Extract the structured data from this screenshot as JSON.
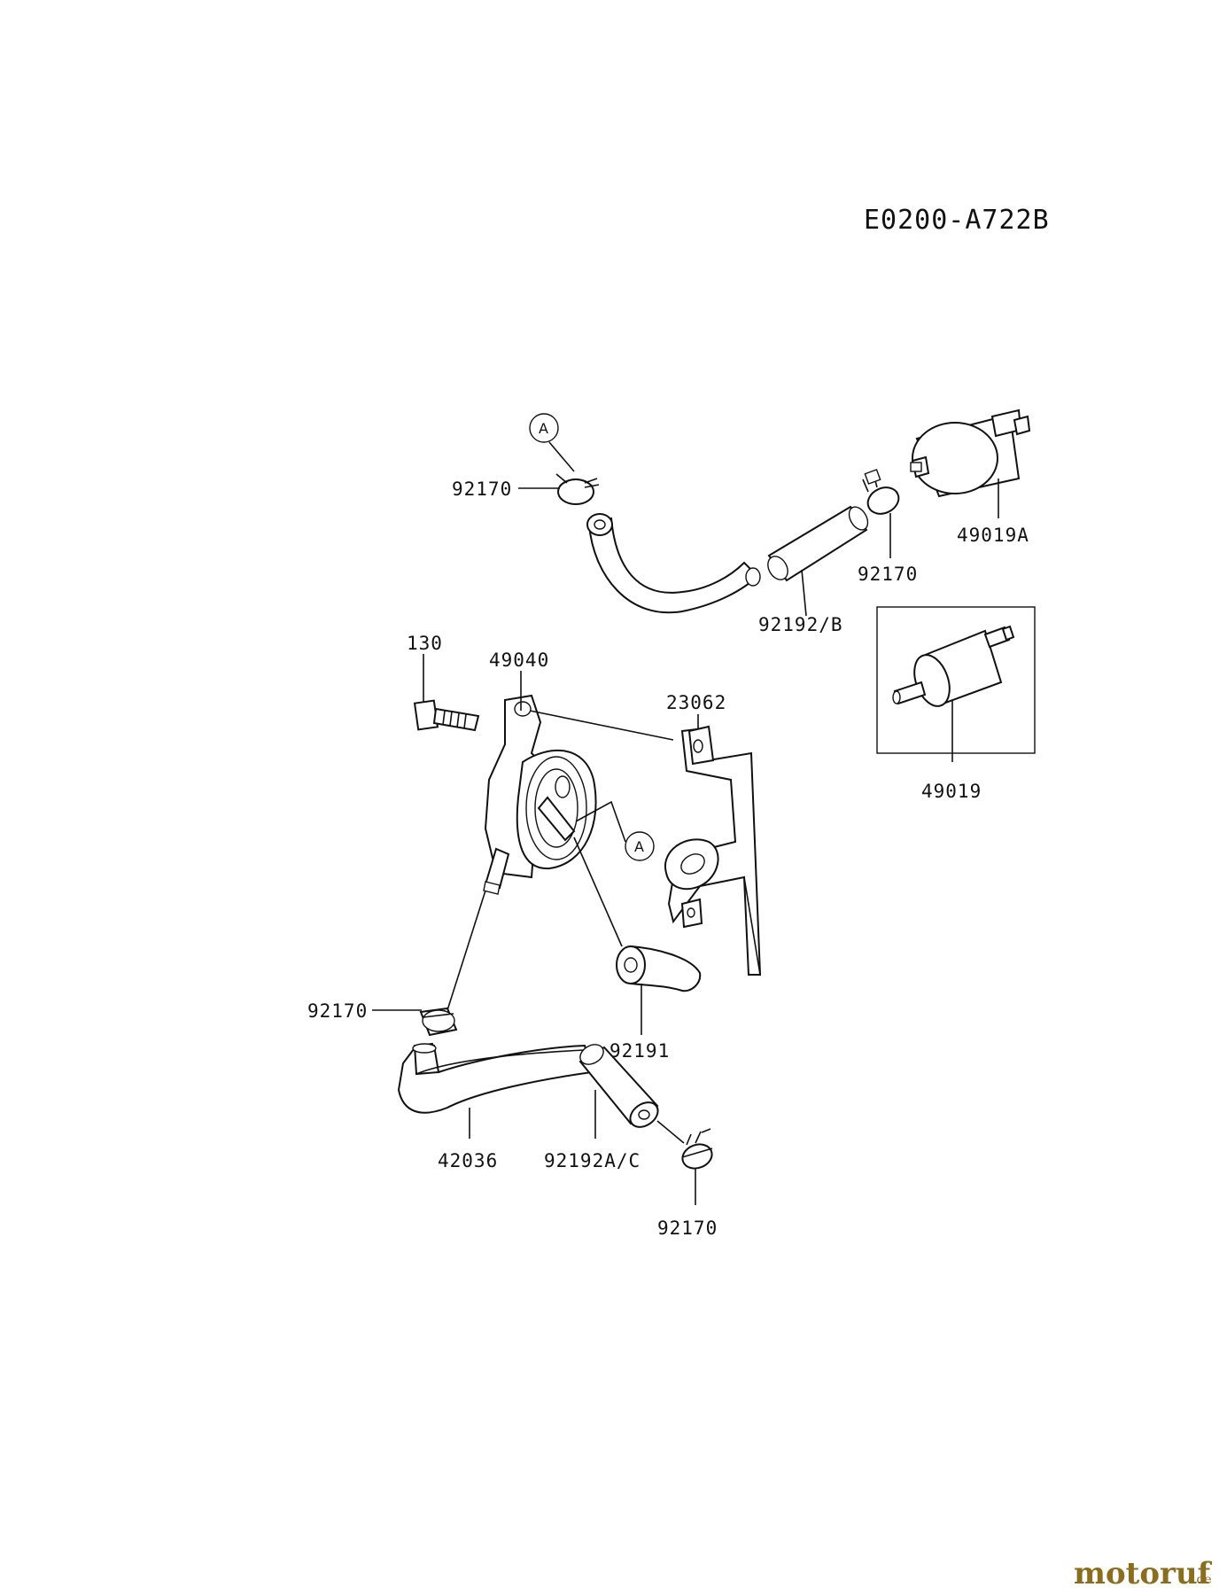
{
  "diagram_code": "E0200-A722B",
  "ref_marker": "A",
  "labels": {
    "clamp_top": "92170",
    "filter_a": "49019A",
    "clamp_right": "92170",
    "hose_b": "92192/B",
    "bolt": "130",
    "pump": "49040",
    "bracket": "23062",
    "filter": "49019",
    "clamp_left": "92170",
    "cap": "92191",
    "pipe": "42036",
    "hose_ac": "92192A/C",
    "clamp_bottom": "92170"
  },
  "watermark": {
    "brand": "motoruf",
    "tld": ".de"
  },
  "colors": {
    "line": "#111111",
    "watermark_main": "#8a6d1f",
    "watermark_dot": "#c0392b"
  }
}
